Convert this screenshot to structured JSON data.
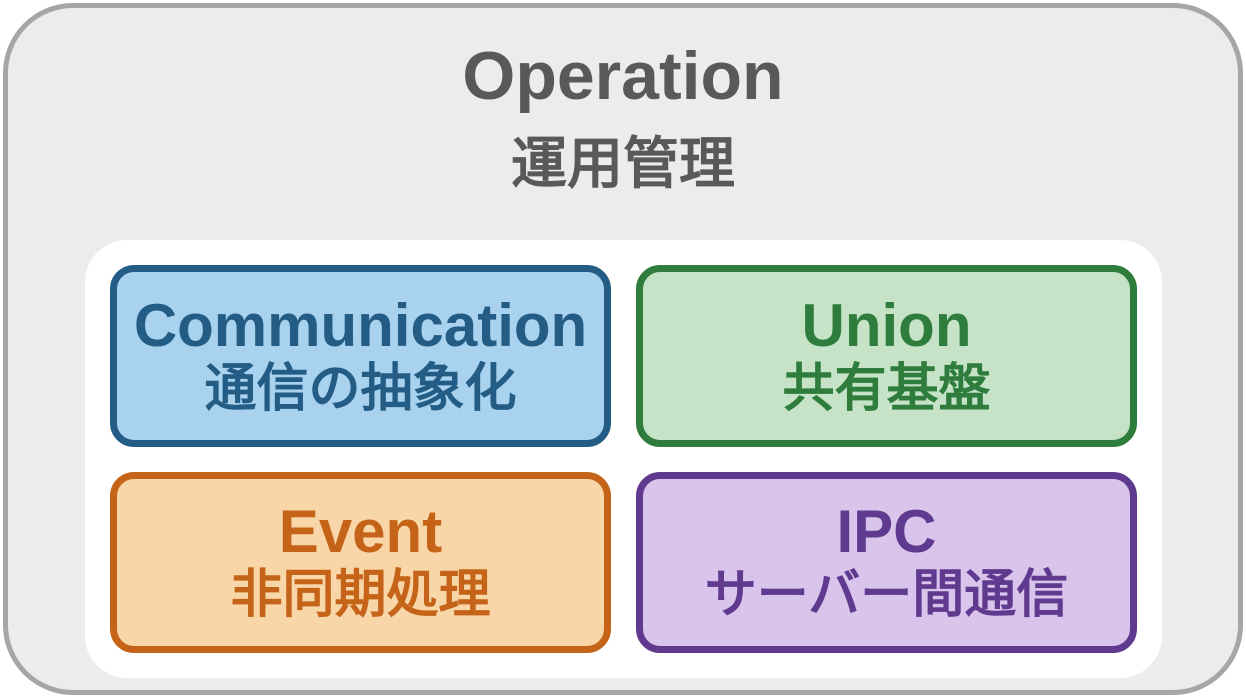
{
  "diagram": {
    "title": "Operation",
    "subtitle_ja": "運用管理",
    "modules": [
      {
        "id": "communication",
        "title": "Communication",
        "subtitle_ja": "通信の抽象化",
        "fill_color": "#a9d2ee",
        "border_color": "#235d85",
        "text_color": "#235d85"
      },
      {
        "id": "union",
        "title": "Union",
        "subtitle_ja": "共有基盤",
        "fill_color": "#c6e3c8",
        "border_color": "#2e7d3c",
        "text_color": "#2e7d3c"
      },
      {
        "id": "event",
        "title": "Event",
        "subtitle_ja": "非同期処理",
        "fill_color": "#f9d6a8",
        "border_color": "#c56418",
        "text_color": "#c56418"
      },
      {
        "id": "ipc",
        "title": "IPC",
        "subtitle_ja": "サーバー間通信",
        "fill_color": "#d9c4ec",
        "border_color": "#5f3a8f",
        "text_color": "#5f3a8f"
      }
    ],
    "colors": {
      "container_fill": "#ececec",
      "container_border": "#a6a6a6",
      "panel_fill": "#ffffff",
      "title_text": "#595959",
      "page_background": "#ffffff"
    }
  }
}
